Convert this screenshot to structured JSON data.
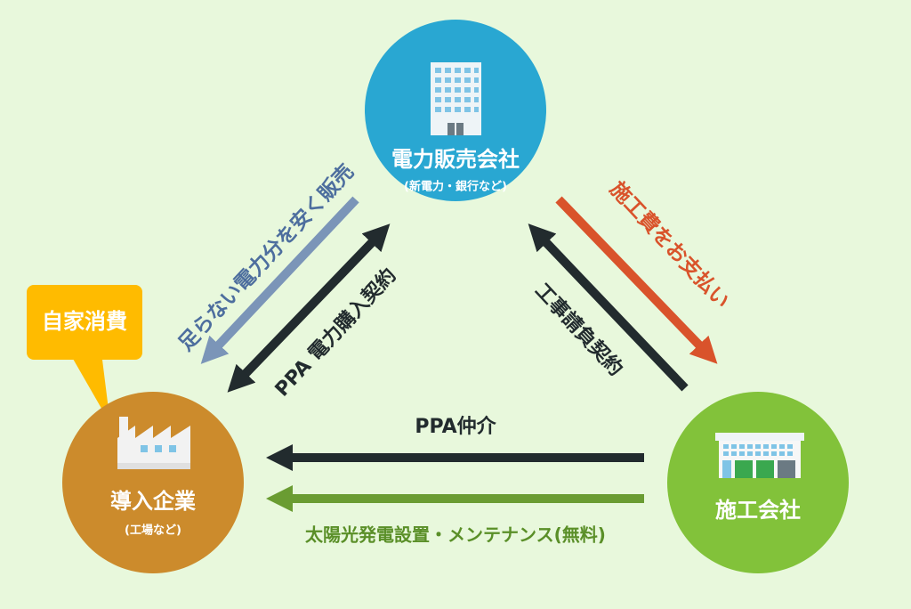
{
  "nodes": {
    "power_company": {
      "title": "電力販売会社",
      "subtitle": "(新電力・銀行など)",
      "color": "#29a7d2"
    },
    "client": {
      "title": "導入企業",
      "subtitle": "(工場など)",
      "color": "#cc8b2c"
    },
    "installer": {
      "title": "施工会社",
      "subtitle": "",
      "color": "#82c23a"
    }
  },
  "callout": {
    "label": "自家消費",
    "color": "#ffbb00"
  },
  "edges": {
    "shortfall_sale": {
      "label": "足らない電力分を安く販売",
      "color": "#7b95b8"
    },
    "ppa_purchase": {
      "label": "PPA 電力購入契約",
      "color": "#222b2e"
    },
    "construction_contract": {
      "label": "工事請負契約",
      "color": "#222b2e"
    },
    "construction_fee": {
      "label": "施工費をお支払い",
      "color": "#d9532b"
    },
    "ppa_mediation": {
      "label": "PPA仲介",
      "color": "#222b2e"
    },
    "installation": {
      "label": "太陽光発電設置・メンテナンス(無料)",
      "color": "#6a9c32"
    }
  }
}
